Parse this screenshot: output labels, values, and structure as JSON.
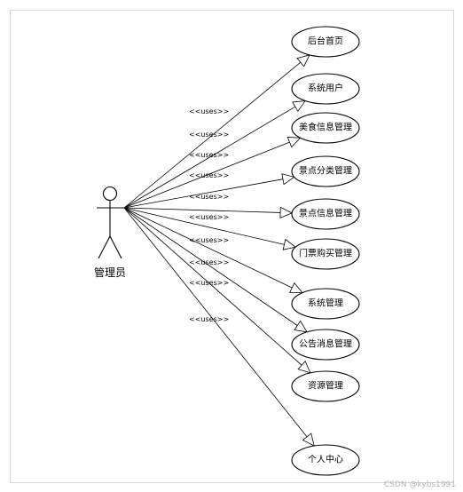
{
  "actor": {
    "name": "管理员"
  },
  "stereotype": "<<uses>>",
  "use_cases": [
    {
      "label": "后台首页"
    },
    {
      "label": "系统用户"
    },
    {
      "label": "美食信息管理"
    },
    {
      "label": "景点分类管理"
    },
    {
      "label": "景点信息管理"
    },
    {
      "label": "门票购买管理"
    },
    {
      "label": "系统管理"
    },
    {
      "label": "公告消息管理"
    },
    {
      "label": "资源管理"
    },
    {
      "label": "个人中心"
    }
  ],
  "watermark": "CSDN @kybs1991"
}
